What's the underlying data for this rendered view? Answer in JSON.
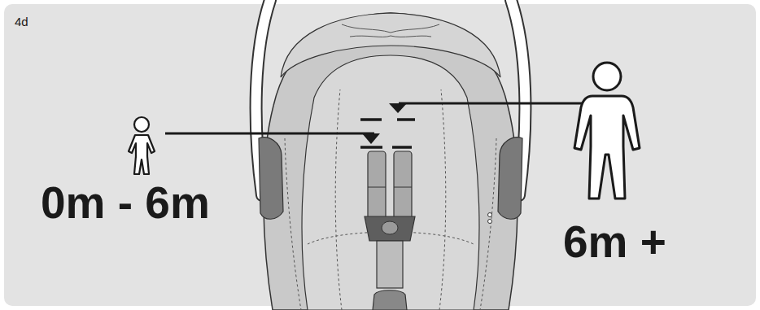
{
  "diagram": {
    "labels": [
      "4d",
      "0m - 6m",
      "6m +"
    ]
  }
}
